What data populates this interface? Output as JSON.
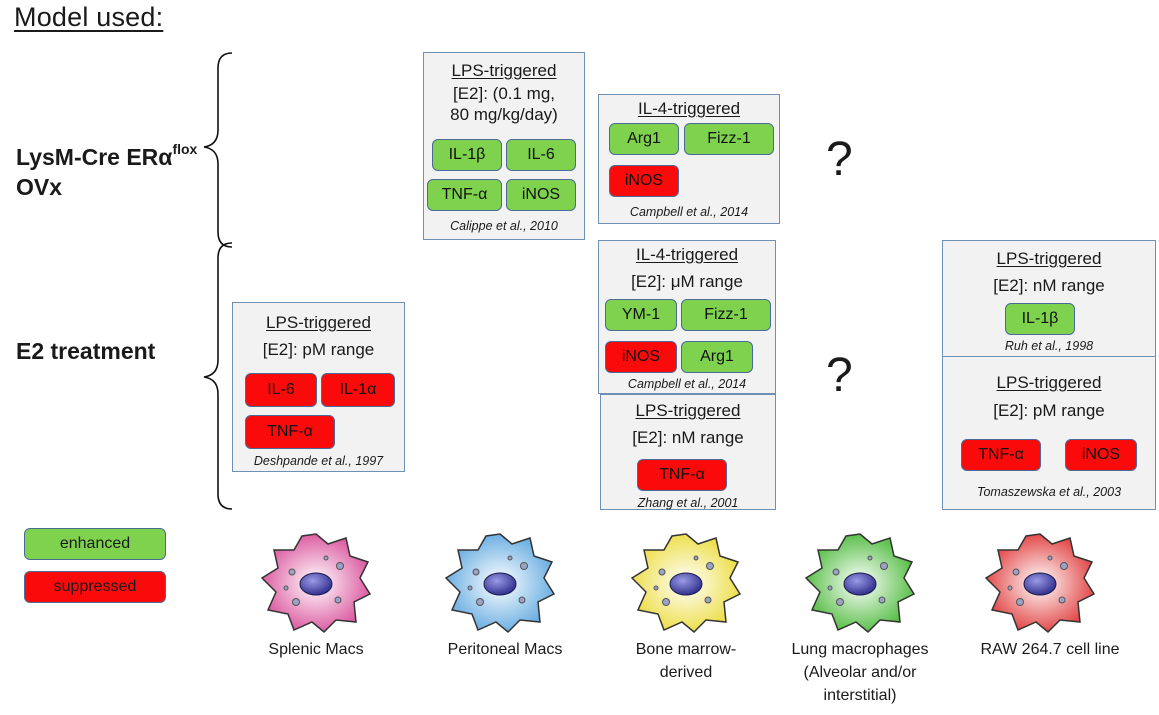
{
  "title": "Model used:",
  "rows": {
    "lysm": {
      "line1": "LysM-Cre ERα",
      "sup": "flox",
      "line2": "OVx"
    },
    "e2": {
      "label": "E2 treatment"
    }
  },
  "cards": {
    "peritoneal_lysm": {
      "head": "LPS-triggered",
      "dose": "[E2]: (0.1 mg,\n80 mg/kg/day)",
      "markers": [
        {
          "label": "IL-1β",
          "effect": "enhanced"
        },
        {
          "label": "IL-6",
          "effect": "enhanced"
        },
        {
          "label": "TNF-α",
          "effect": "enhanced"
        },
        {
          "label": "iNOS",
          "effect": "enhanced"
        }
      ],
      "cite": "Calippe et al., 2010"
    },
    "bm_lysm": {
      "head": "IL-4-triggered",
      "markers": [
        {
          "label": "Arg1",
          "effect": "enhanced"
        },
        {
          "label": "Fizz-1",
          "effect": "enhanced"
        },
        {
          "label": "iNOS",
          "effect": "suppressed"
        }
      ],
      "cite": "Campbell et al., 2014"
    },
    "splenic_e2": {
      "head": "LPS-triggered",
      "dose": "[E2]: pM range",
      "markers": [
        {
          "label": "IL-6",
          "effect": "suppressed"
        },
        {
          "label": "IL-1α",
          "effect": "suppressed"
        },
        {
          "label": "TNF-α",
          "effect": "suppressed"
        }
      ],
      "cite": "Deshpande et al., 1997"
    },
    "bm_e2_il4": {
      "head": "IL-4-triggered",
      "dose": "[E2]: μM range",
      "markers": [
        {
          "label": "YM-1",
          "effect": "enhanced"
        },
        {
          "label": "Fizz-1",
          "effect": "enhanced"
        },
        {
          "label": "iNOS",
          "effect": "suppressed"
        },
        {
          "label": "Arg1",
          "effect": "enhanced"
        }
      ],
      "cite": "Campbell et al., 2014"
    },
    "bm_e2_lps": {
      "head": "LPS-triggered",
      "dose": "[E2]: nM range",
      "markers": [
        {
          "label": "TNF-α",
          "effect": "suppressed"
        }
      ],
      "cite": "Zhang et al., 2001"
    },
    "raw_e2_a": {
      "head": "LPS-triggered",
      "dose": "[E2]: nM range",
      "markers": [
        {
          "label": "IL-1β",
          "effect": "enhanced"
        }
      ],
      "cite": "Ruh et al., 1998"
    },
    "raw_e2_b": {
      "head": "LPS-triggered",
      "dose": "[E2]: pM range",
      "markers": [
        {
          "label": "TNF-α",
          "effect": "suppressed"
        },
        {
          "label": "iNOS",
          "effect": "suppressed"
        }
      ],
      "cite": "Tomaszewska et al., 2003"
    }
  },
  "unknown_mark": "?",
  "legend": {
    "enhanced": "enhanced",
    "suppressed": "suppressed"
  },
  "colors": {
    "enhanced": "#7ed24e",
    "suppressed": "#fa0a0a",
    "card_border": "#6f8fb5",
    "card_fill": "#f2f2f2"
  },
  "cells": [
    {
      "label": "Splenic Macs",
      "color": "#d94f9a"
    },
    {
      "label": "Peritoneal Macs",
      "color": "#5fa8e0"
    },
    {
      "label": "Bone marrow-\nderived",
      "color": "#ecdc3c"
    },
    {
      "label": "Lung macrophages\n(Alveolar and/or\ninterstitial)",
      "color": "#4cba3a"
    },
    {
      "label": "RAW 264.7 cell line",
      "color": "#e03a3a"
    }
  ]
}
